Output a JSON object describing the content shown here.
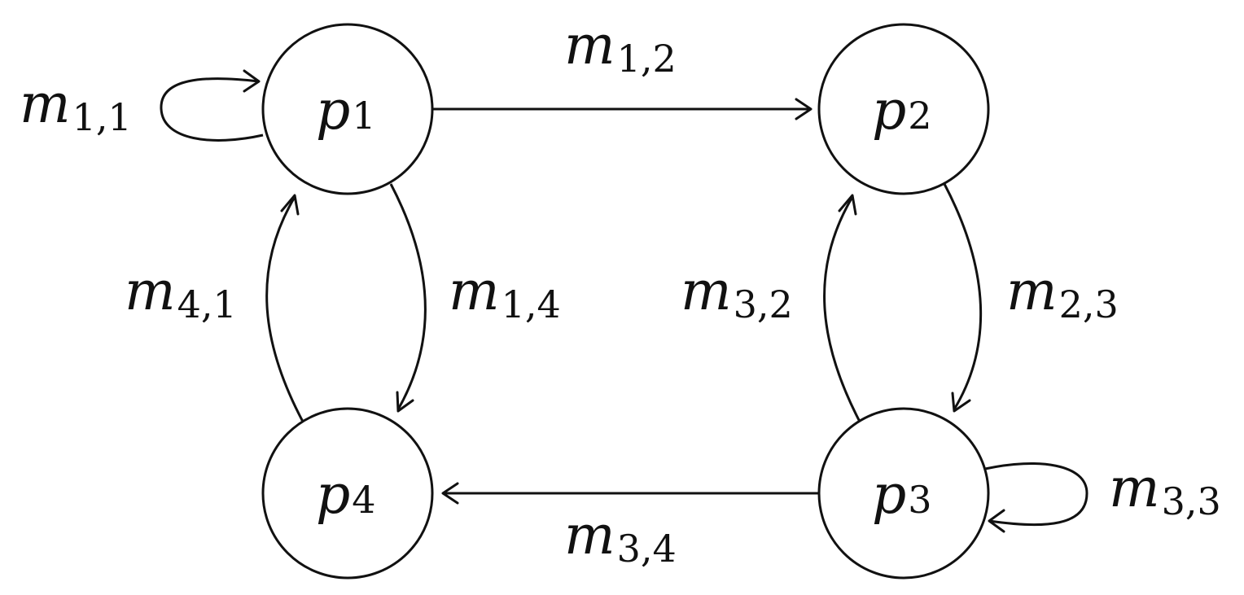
{
  "nodes": {
    "p1": {
      "var": "p",
      "sub": "1"
    },
    "p2": {
      "var": "p",
      "sub": "2"
    },
    "p3": {
      "var": "p",
      "sub": "3"
    },
    "p4": {
      "var": "p",
      "sub": "4"
    }
  },
  "edges": {
    "m11": {
      "var": "m",
      "sub": "1,1"
    },
    "m12": {
      "var": "m",
      "sub": "1,2"
    },
    "m14": {
      "var": "m",
      "sub": "1,4"
    },
    "m41": {
      "var": "m",
      "sub": "4,1"
    },
    "m23": {
      "var": "m",
      "sub": "2,3"
    },
    "m32": {
      "var": "m",
      "sub": "3,2"
    },
    "m33": {
      "var": "m",
      "sub": "3,3"
    },
    "m34": {
      "var": "m",
      "sub": "3,4"
    }
  }
}
